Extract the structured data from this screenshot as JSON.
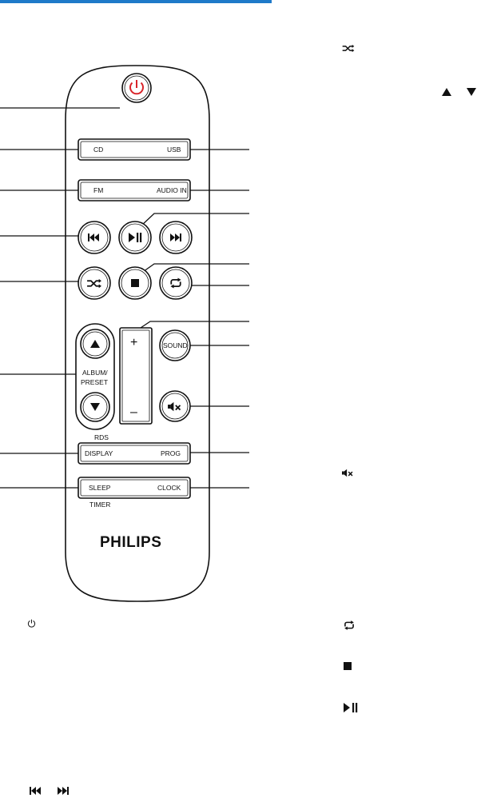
{
  "colors": {
    "accent_bar": "#1f7ac9",
    "power_red": "#d9242a"
  },
  "remote": {
    "brand": "PHILIPS",
    "buttons": {
      "cd": "CD",
      "usb": "USB",
      "fm": "FM",
      "audio_in": "AUDIO IN",
      "album_preset_line1": "ALBUM/",
      "album_preset_line2": "PRESET",
      "vol_plus": "+",
      "vol_minus": "–",
      "sound": "SOUND",
      "rds": "RDS",
      "display": "DISPLAY",
      "prog": "PROG",
      "sleep": "SLEEP",
      "timer": "TIMER",
      "clock": "CLOCK"
    }
  },
  "icons": {
    "power": "power-icon",
    "prev": "skip-previous-icon",
    "play_pause": "play-pause-icon",
    "next": "skip-next-icon",
    "shuffle": "shuffle-icon",
    "stop": "stop-icon",
    "repeat": "repeat-icon",
    "up": "triangle-up-icon",
    "down": "triangle-down-icon",
    "mute": "mute-icon"
  }
}
